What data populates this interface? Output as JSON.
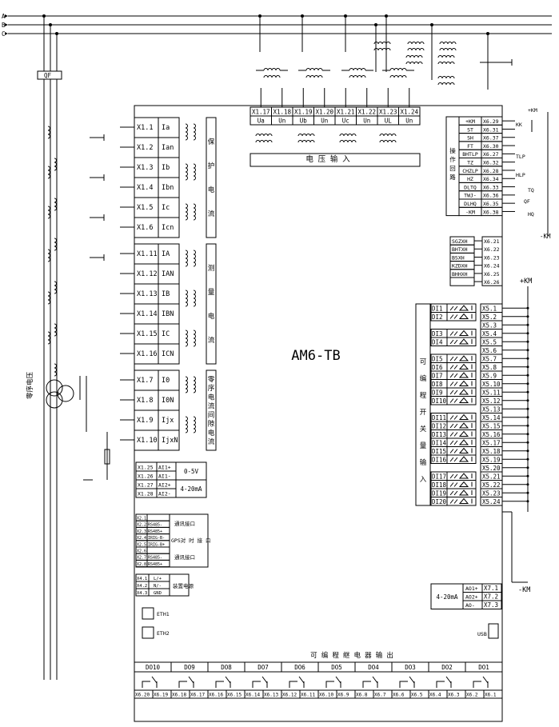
{
  "buses": [
    "A",
    "B",
    "C"
  ],
  "qf_label": "QF",
  "device_title": "AM6-TB",
  "pt_label": "零序电压",
  "voltage_terms": {
    "terminals": [
      "X1.17",
      "X1.18",
      "X1.19",
      "X1.20",
      "X1.21",
      "X1.22",
      "X1.23",
      "X1.24"
    ],
    "signals": [
      "Ua",
      "Un",
      "Ub",
      "Un",
      "Uc",
      "Un",
      "UL",
      "Un"
    ],
    "section_label": "电 压 输 入"
  },
  "current_terms": {
    "terminals": [
      "X1.1",
      "X1.2",
      "X1.3",
      "X1.4",
      "X1.5",
      "X1.6",
      "X1.11",
      "X1.12",
      "X1.13",
      "X1.14",
      "X1.15",
      "X1.16",
      "X1.7",
      "X1.8",
      "X1.9",
      "X1.10"
    ],
    "signals": [
      "Ia",
      "Ian",
      "Ib",
      "Ibn",
      "Ic",
      "Icn",
      "IA",
      "IAN",
      "IB",
      "IBN",
      "IC",
      "ICN",
      "I0",
      "I0N",
      "Ijx",
      "IjxN"
    ],
    "group_prot": "保护电流",
    "group_meas": "测量电流",
    "group_zero": "零序电流间隙电流"
  },
  "analog_out_left": {
    "rows": [
      {
        "t": "X1.25",
        "s": "AI1+"
      },
      {
        "t": "X1.26",
        "s": "AI1-"
      },
      {
        "t": "X1.27",
        "s": "AI2+"
      },
      {
        "t": "X1.28",
        "s": "AI2-"
      }
    ],
    "range1": "0-5V",
    "range2": "4-20mA"
  },
  "comm": {
    "rows": [
      {
        "t": "X2.1",
        "s": ""
      },
      {
        "t": "X2.2",
        "s": "RS485-"
      },
      {
        "t": "X2.3",
        "s": "RS485+"
      },
      {
        "t": "X2.4",
        "s": "IRIG-B-"
      },
      {
        "t": "X2.5",
        "s": "IRIG-B+"
      },
      {
        "t": "X2.6",
        "s": ""
      },
      {
        "t": "X2.7",
        "s": "RS485-"
      },
      {
        "t": "X2.8",
        "s": "RS485+"
      }
    ],
    "label1": "通讯接口",
    "label2": "GPS对 时 接 口",
    "label3": "通讯接口"
  },
  "power": {
    "rows": [
      {
        "t": "X4.1",
        "s": "L/+"
      },
      {
        "t": "X4.2",
        "s": "N/-"
      },
      {
        "t": "X4.3",
        "s": "GND"
      }
    ],
    "label": "装置电源"
  },
  "eth": [
    "ETH1",
    "ETH2"
  ],
  "usb": "USB",
  "ops": {
    "label": "操作回路",
    "rows": [
      {
        "s": "+KM",
        "t": "X6.29"
      },
      {
        "s": "ST",
        "t": "X6.31"
      },
      {
        "s": "SH",
        "t": "X6.37"
      },
      {
        "s": "FT",
        "t": "X6.30"
      },
      {
        "s": "BHTLP",
        "t": "X6.27"
      },
      {
        "s": "TZ",
        "t": "X6.32"
      },
      {
        "s": "CHZLP",
        "t": "X6.28"
      },
      {
        "s": "HZ",
        "t": "X6.34"
      },
      {
        "s": "DLTQ",
        "t": "X6.33"
      },
      {
        "s": "TWJ-",
        "t": "X6.36"
      },
      {
        "s": "DLHQ",
        "t": "X6.35"
      },
      {
        "s": "-KM",
        "t": "X6.38"
      }
    ],
    "ext": {
      "plus": "+KM",
      "minus": "-KM",
      "kk": "KK",
      "tlp": "TLP",
      "hlp": "HLP",
      "tq": "TQ",
      "qf": "QF",
      "hq": "HQ"
    }
  },
  "signals_out": {
    "rows": [
      {
        "s": "SGZXH",
        "t": "X6.21"
      },
      {
        "s": "BHTXH",
        "t": "X6.22"
      },
      {
        "s": "BSXH",
        "t": "X6.23"
      },
      {
        "s": "KZDXH",
        "t": "X6.24"
      },
      {
        "s": "BHHXH",
        "t": "X6.25"
      },
      {
        "s": "",
        "t": "X6.26"
      }
    ]
  },
  "di": {
    "label": "可编程开关量输入",
    "plus": "+KM",
    "minus": "-KM",
    "inputs": [
      "DI1",
      "DI2",
      "DI3",
      "DI4",
      "DI5",
      "DI6",
      "DI7",
      "DI8",
      "DI9",
      "DI10",
      "DI11",
      "DI12",
      "DI13",
      "DI14",
      "DI15",
      "DI16",
      "DI17",
      "DI18",
      "DI19",
      "DI20"
    ],
    "terminals": [
      "X5.1",
      "X5.2",
      "X5.3",
      "X5.4",
      "X5.5",
      "X5.6",
      "X5.7",
      "X5.8",
      "X5.9",
      "X5.10",
      "X5.11",
      "X5.12",
      "X5.13",
      "X5.14",
      "X5.15",
      "X5.16",
      "X5.17",
      "X5.18",
      "X5.19",
      "X5.20",
      "X5.21",
      "X5.22",
      "X5.23",
      "X5.24"
    ]
  },
  "ao_right": {
    "label": "4-20mA",
    "rows": [
      {
        "s": "AO1+",
        "t": "X7.1"
      },
      {
        "s": "AO2+",
        "t": "X7.2"
      },
      {
        "s": "AO-",
        "t": "X7.3"
      }
    ]
  },
  "relay": {
    "label": "可 编 程 继 电 器 输 出",
    "outputs": [
      "DO10",
      "DO9",
      "DO8",
      "DO7",
      "DO6",
      "DO5",
      "DO4",
      "DO3",
      "DO2",
      "DO1"
    ],
    "terminals": [
      [
        "X6.20",
        "X6.19"
      ],
      [
        "X6.18",
        "X6.17"
      ],
      [
        "X6.16",
        "X6.15"
      ],
      [
        "X6.14",
        "X6.13"
      ],
      [
        "X6.12",
        "X6.11"
      ],
      [
        "X6.10",
        "X6.9"
      ],
      [
        "X6.8",
        "X6.7"
      ],
      [
        "X6.6",
        "X6.5"
      ],
      [
        "X6.4",
        "X6.3"
      ],
      [
        "X6.2",
        "X6.1"
      ]
    ]
  }
}
